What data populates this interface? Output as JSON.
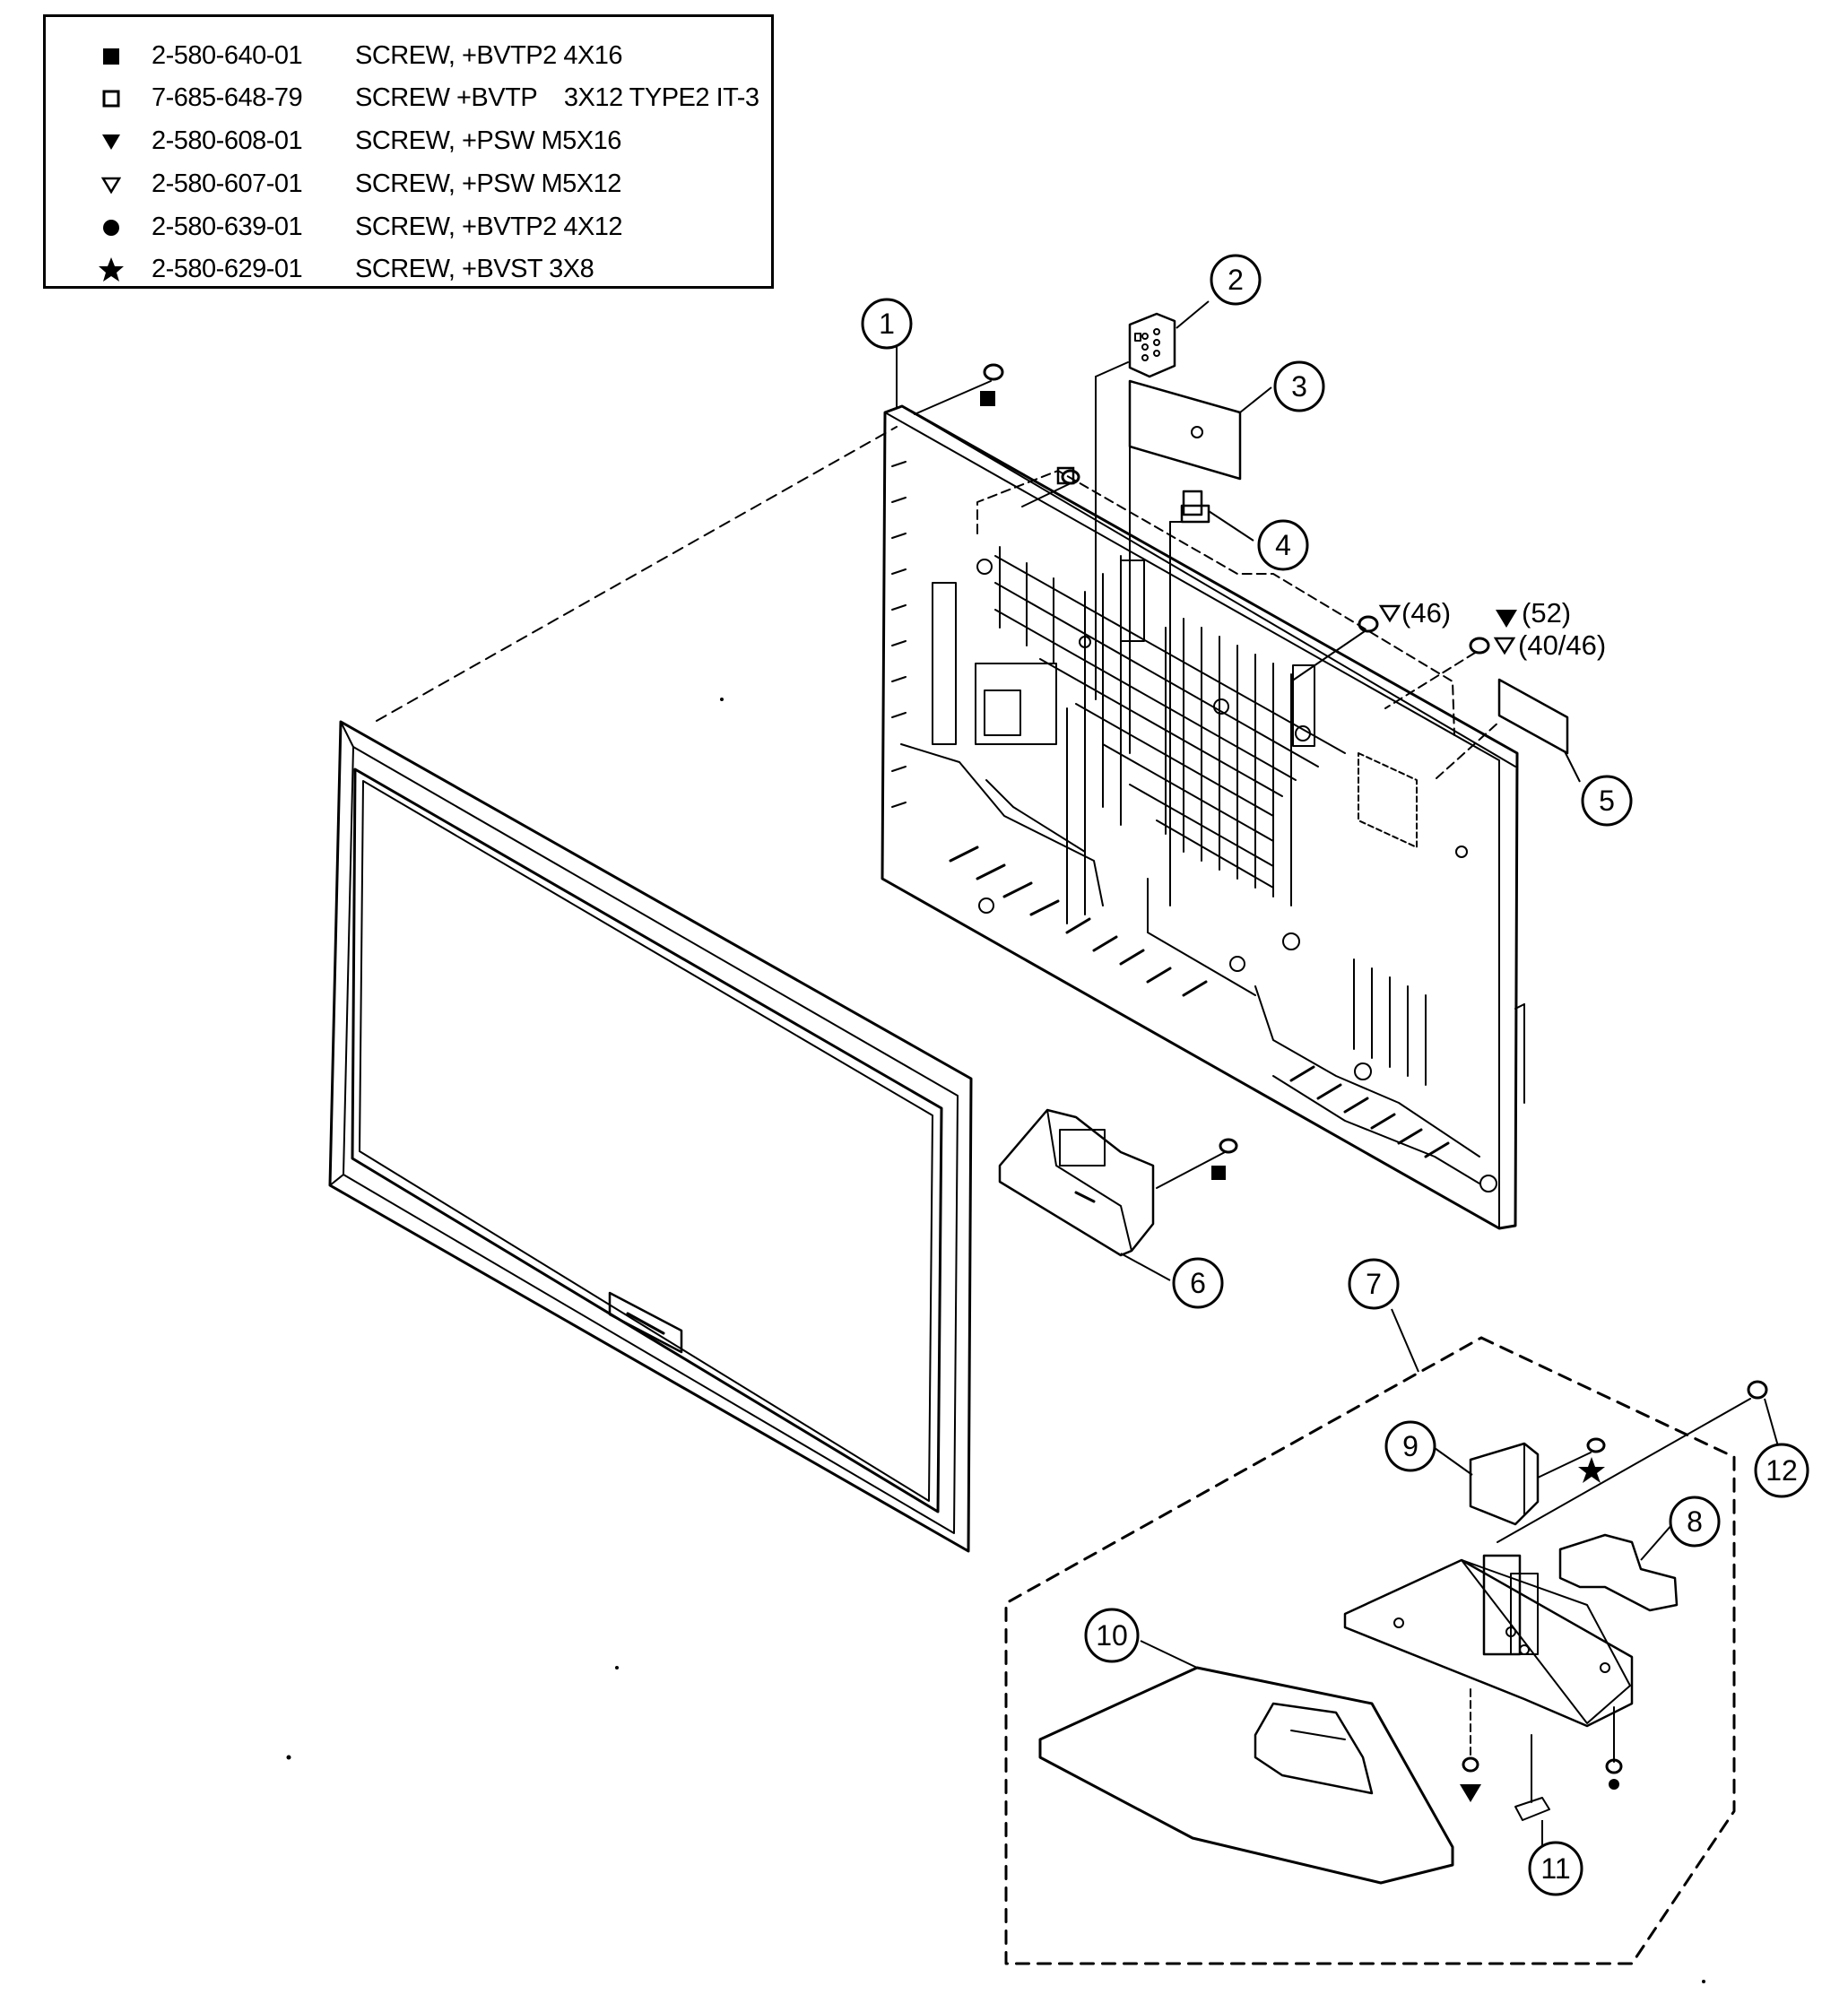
{
  "legend": [
    {
      "symbol": "filled-square-icon",
      "part_number": "2-580-640-01",
      "description": "SCREW, +BVTP2 4X16"
    },
    {
      "symbol": "open-square-icon",
      "part_number": "7-685-648-79",
      "description": "SCREW +BVTP    3X12 TYPE2 IT-3"
    },
    {
      "symbol": "filled-triangle-icon",
      "part_number": "2-580-608-01",
      "description": "SCREW, +PSW M5X16"
    },
    {
      "symbol": "open-triangle-icon",
      "part_number": "2-580-607-01",
      "description": "SCREW, +PSW M5X12"
    },
    {
      "symbol": "filled-circle-icon",
      "part_number": "2-580-639-01",
      "description": "SCREW, +BVTP2 4X12"
    },
    {
      "symbol": "star-icon",
      "part_number": "2-580-629-01",
      "description": "SCREW, +BVST 3X8"
    }
  ],
  "callouts": [
    "1",
    "2",
    "3",
    "4",
    "5",
    "6",
    "7",
    "8",
    "9",
    "10",
    "11",
    "12"
  ],
  "size_notes": {
    "open_46": "(46)",
    "filled_52": "(52)",
    "open_40_46": "(40/46)"
  }
}
